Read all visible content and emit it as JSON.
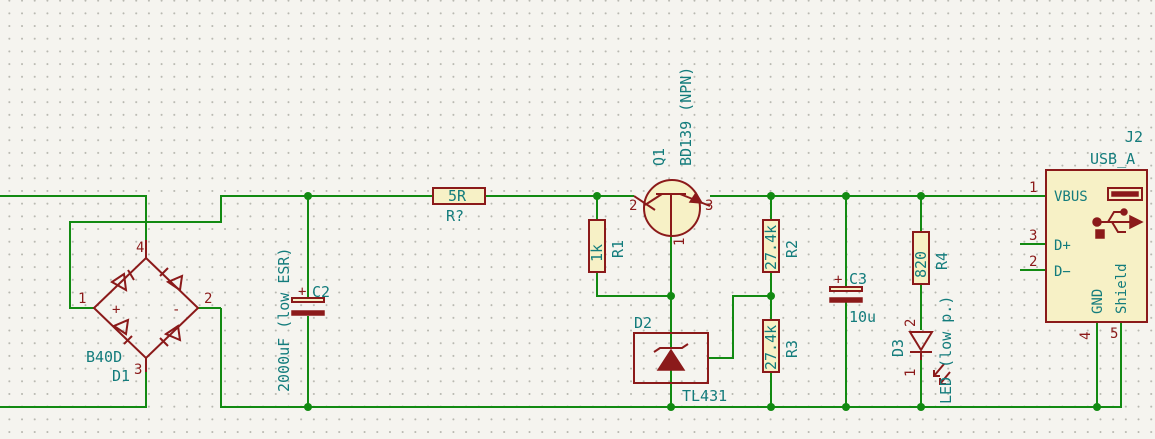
{
  "components": {
    "d1": {
      "ref": "D1",
      "value": "B40D",
      "pins": {
        "ac1": "1",
        "ac2": "2",
        "plus": "4",
        "minus": "3"
      },
      "plus_sign": "+",
      "minus_sign": "-"
    },
    "c2": {
      "ref": "C2",
      "value": "2000uF (low ESR)"
    },
    "r_series": {
      "ref": "R?",
      "value": "5R"
    },
    "r1": {
      "ref": "R1",
      "value": "1k"
    },
    "q1": {
      "ref": "Q1",
      "value": "BD139 (NPN)",
      "pins": {
        "b": "2",
        "c": "1",
        "e": "3"
      }
    },
    "d2": {
      "ref": "D2",
      "value": "TL431"
    },
    "r2": {
      "ref": "R2",
      "value": "27.4k"
    },
    "r3": {
      "ref": "R3",
      "value": "27.4k"
    },
    "c3": {
      "ref": "C3",
      "value": "10u",
      "plus_sign": "+"
    },
    "r4": {
      "ref": "R4",
      "value": "820"
    },
    "d3": {
      "ref": "D3",
      "value": "LED (low p.)",
      "pins": {
        "a": "2",
        "k": "1"
      }
    },
    "j2": {
      "ref": "J2",
      "value": "USB_A",
      "pins": {
        "vbus": "1",
        "dplus": "3",
        "dminus": "2",
        "gnd": "4",
        "shield": "5"
      },
      "pin_names": {
        "vbus": "VBUS",
        "dplus": "D+",
        "dminus": "D−",
        "gnd": "GND",
        "shield": "Shield"
      }
    }
  }
}
